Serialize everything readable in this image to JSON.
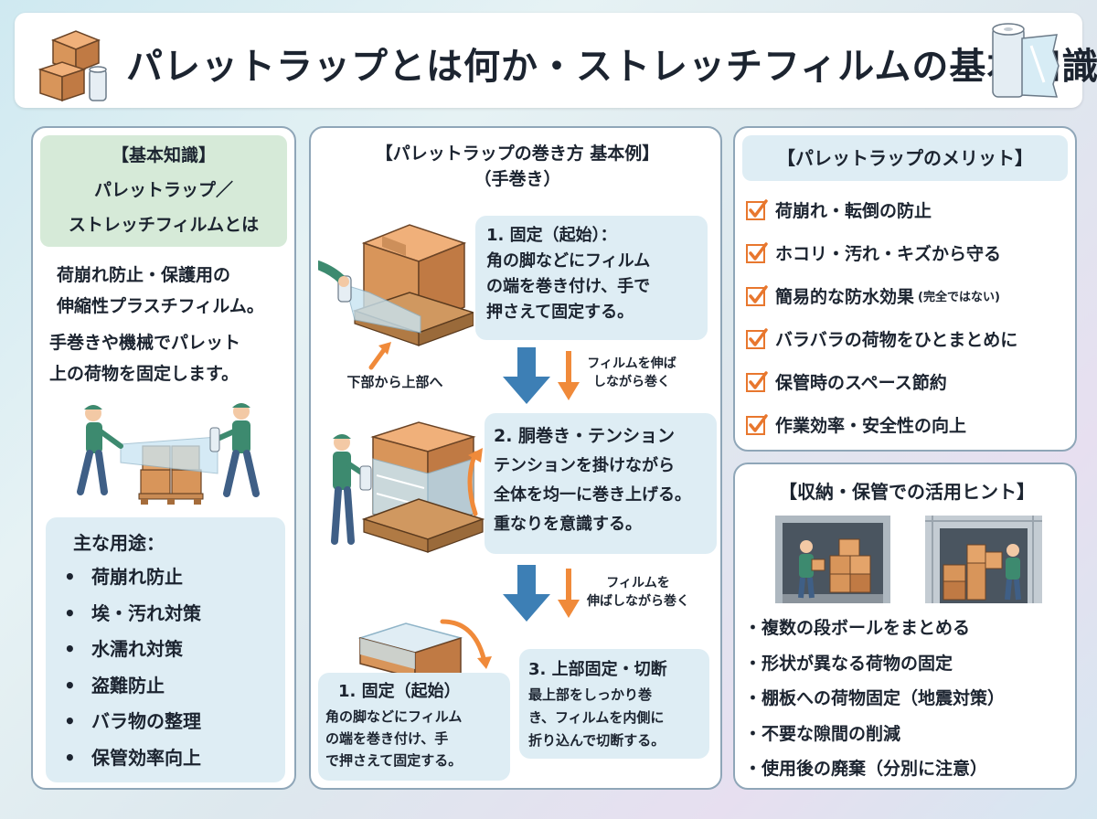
{
  "header": {
    "title": "パレットラップとは何か・ストレッチフィルムの基本知識"
  },
  "left_panel": {
    "heading_line1": "【基本知識】",
    "heading_line2": "パレットラップ／",
    "heading_line3": "ストレッチフィルムとは",
    "intro_line1": "荷崩れ防止・保護用の",
    "intro_line2": "伸縮性プラスチフィルム。",
    "intro_line3": "手巻きや機械でパレット",
    "intro_line4": "上の荷物を固定します。",
    "uses_title": "主な用途：",
    "uses": [
      "荷崩れ防止",
      "埃・汚れ対策",
      "水濡れ対策",
      "盗難防止",
      "バラ物の整理",
      "保管効率向上"
    ]
  },
  "middle_panel": {
    "title_line1": "【パレットラップの巻き方 基本例】",
    "title_line2": "（手巻き）",
    "step1_title": "1. 固定（起始）：",
    "step1_body_line1": "角の脚などにフィルム",
    "step1_body_line2": "の端を巻き付け、手で",
    "step1_body_line3": "押さえて固定する。",
    "label_bottom_to_top": "下部から上部へ",
    "label_stretch1_line1": "フィルムを伸ば",
    "label_stretch1_line2": "しながら巻く",
    "step2_title": "2. 胴巻き・テンション",
    "step2_body_line1": "テンションを掛けながら",
    "step2_body_line2": "全体を均一に巻き上げる。",
    "step2_body_line3": "重なりを意識する。",
    "label_stretch2_line1": "フィルムを",
    "label_stretch2_line2": "伸ばしながら巻く",
    "step3a_title": "1. 固定（起始）",
    "step3a_body_line1": "角の脚などにフィルム",
    "step3a_body_line2": "の端を巻き付け、手",
    "step3a_body_line3": "で押さえて固定する。",
    "step3b_title": "3. 上部固定・切断",
    "step3b_body_line1": "最上部をしっかり巻",
    "step3b_body_line2": "き、フィルムを内側に",
    "step3b_body_line3": "折り込んで切断する。"
  },
  "merits_panel": {
    "title": "【パレットラップのメリット】",
    "items": [
      {
        "text": "荷崩れ・転倒の防止",
        "note": ""
      },
      {
        "text": "ホコリ・汚れ・キズから守る",
        "note": ""
      },
      {
        "text": "簡易的な防水効果",
        "note": "(完全ではない)"
      },
      {
        "text": "バラバラの荷物をひとまとめに",
        "note": ""
      },
      {
        "text": "保管時のスペース節約",
        "note": ""
      },
      {
        "text": "作業効率・安全性の向上",
        "note": ""
      }
    ]
  },
  "hints_panel": {
    "title": "【収納・保管での活用ヒント】",
    "items": [
      "複数の段ボールをまとめる",
      "形状が異なる荷物の固定",
      "棚板への荷物固定（地震対策）",
      "不要な隙間の削減",
      "使用後の廃棄（分別に注意）"
    ]
  },
  "colors": {
    "box": "#d8955a",
    "film": "#c8e4f2",
    "arrow_blue": "#3d7fb5",
    "arrow_orange": "#f08a3a",
    "check": "#e8772e",
    "worker_shirt": "#3d8a6f"
  },
  "icons": [
    "boxes-icon",
    "film-roll-icon",
    "check-icon",
    "arrow-down-icon",
    "curved-arrow-icon"
  ]
}
